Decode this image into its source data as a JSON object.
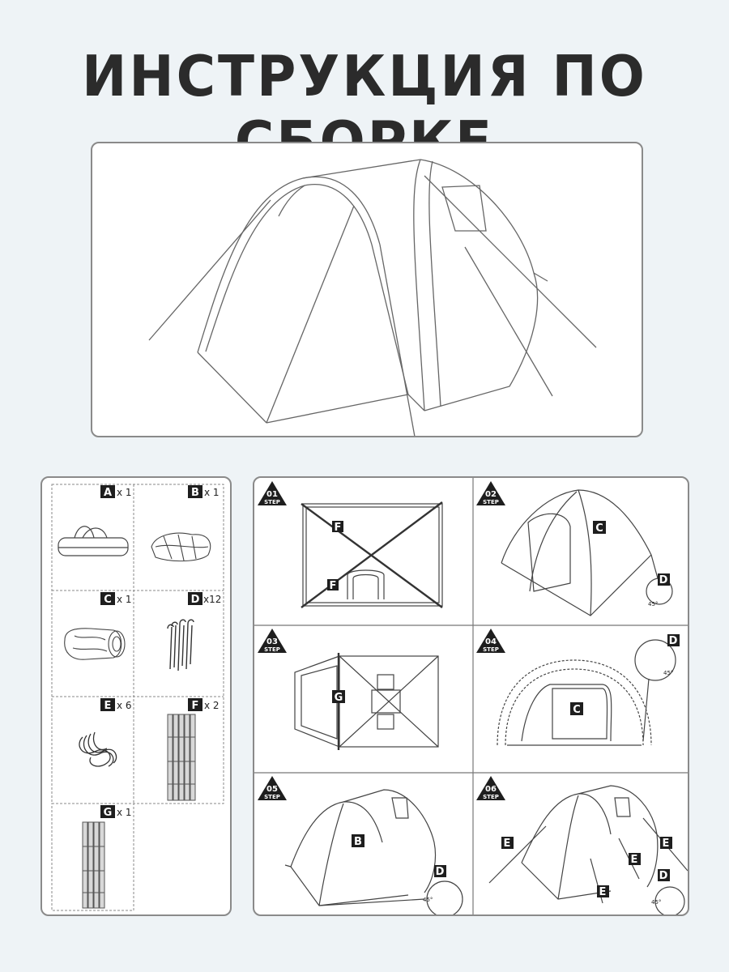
{
  "title": "ИНСТРУКЦИЯ ПО СБОРКЕ",
  "parts": [
    {
      "letter": "A",
      "qty": "x 1"
    },
    {
      "letter": "B",
      "qty": "x 1"
    },
    {
      "letter": "C",
      "qty": "x 1"
    },
    {
      "letter": "D",
      "qty": "x12"
    },
    {
      "letter": "E",
      "qty": "x 6"
    },
    {
      "letter": "F",
      "qty": "x 2"
    },
    {
      "letter": "G",
      "qty": "x 1"
    }
  ],
  "steps": [
    {
      "number": "01",
      "word": "STEP",
      "labels": [
        "F",
        "F"
      ]
    },
    {
      "number": "02",
      "word": "STEP",
      "labels": [
        "C",
        "D"
      ],
      "angle": "45°"
    },
    {
      "number": "03",
      "word": "STEP",
      "labels": [
        "G"
      ]
    },
    {
      "number": "04",
      "word": "STEP",
      "labels": [
        "D",
        "C"
      ],
      "angle": "45°"
    },
    {
      "number": "05",
      "word": "STEP",
      "labels": [
        "B",
        "D"
      ],
      "angle": "45°"
    },
    {
      "number": "06",
      "word": "STEP",
      "labels": [
        "E",
        "E",
        "E",
        "D",
        "E"
      ],
      "angle": "45°"
    }
  ],
  "colors": {
    "background": "#eef3f6",
    "line": "#555555",
    "label_bg": "#1e1e1e",
    "title": "#2b2b2b"
  }
}
